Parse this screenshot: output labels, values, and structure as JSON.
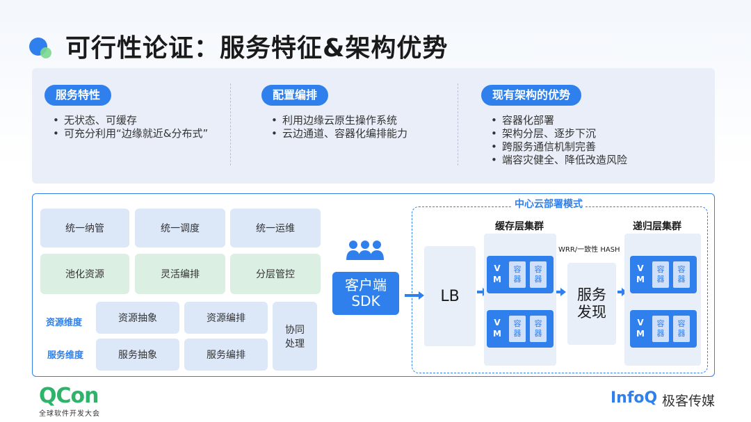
{
  "title": "可行性论证：服务特征&架构优势",
  "top": {
    "sections": [
      {
        "heading": "服务特性",
        "items": [
          "无状态、可缓存",
          "可充分利用“边缘就近&分布式”"
        ]
      },
      {
        "heading": "配置编排",
        "items": [
          "利用边缘云原生操作系统",
          "云边通道、容器化编排能力"
        ]
      },
      {
        "heading": "现有架构的优势",
        "items": [
          "容器化部署",
          "架构分层、逐步下沉",
          "跨服务通信机制完善",
          "端容灾健全、降低改造风险"
        ]
      }
    ]
  },
  "left_grid": {
    "row1": [
      "统一纳管",
      "统一调度",
      "统一运维"
    ],
    "row2": [
      "池化资源",
      "灵活编排",
      "分层管控"
    ],
    "resource_label": "资源维度",
    "service_label": "服务维度",
    "resource_items": [
      "资源抽象",
      "资源编排"
    ],
    "service_items": [
      "服务抽象",
      "服务编排"
    ],
    "cooperate": [
      "协同",
      "处理"
    ]
  },
  "client": {
    "line1": "客户端",
    "line2": "SDK"
  },
  "region": {
    "title": "中心云部署模式",
    "lb": "LB",
    "cache_cluster": "缓存层集群",
    "wrr": "WRR/一致性 HASH",
    "service_discovery": [
      "服务",
      "发现"
    ],
    "recursive_cluster": "递归层集群",
    "vm_letters": [
      "V",
      "M"
    ],
    "container": [
      "容",
      "器"
    ]
  },
  "footer": {
    "qcon": "QCon",
    "qcon_sub": "全球软件开发大会",
    "infoq": "InfoQ",
    "infoq_cn": "极客传媒"
  },
  "colors": {
    "accent": "#2f80ed",
    "green": "#2eb36b"
  }
}
